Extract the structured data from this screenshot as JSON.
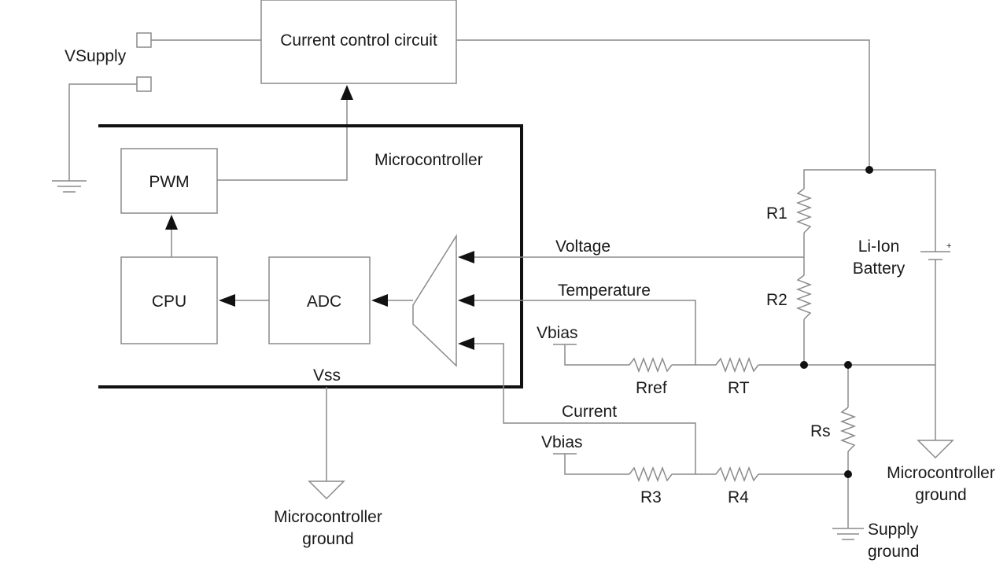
{
  "blocks": {
    "current_control": "Current control circuit",
    "microcontroller": "Microcontroller",
    "pwm": "PWM",
    "cpu": "CPU",
    "adc": "ADC"
  },
  "labels": {
    "vsupply": "VSupply",
    "voltage": "Voltage",
    "temperature": "Temperature",
    "current": "Current",
    "vbias_top": "Vbias",
    "vbias_bottom": "Vbias",
    "vss": "Vss",
    "battery_line1": "Li-Ion",
    "battery_line2": "Battery",
    "battery_plus": "+",
    "mc_ground_left_line1": "Microcontroller",
    "mc_ground_left_line2": "ground",
    "mc_ground_right_line1": "Microcontroller",
    "mc_ground_right_line2": "ground",
    "supply_ground_line1": "Supply",
    "supply_ground_line2": "ground"
  },
  "resistors": {
    "r1": "R1",
    "r2": "R2",
    "rref": "Rref",
    "rt": "RT",
    "rs": "Rs",
    "r3": "R3",
    "r4": "R4"
  }
}
